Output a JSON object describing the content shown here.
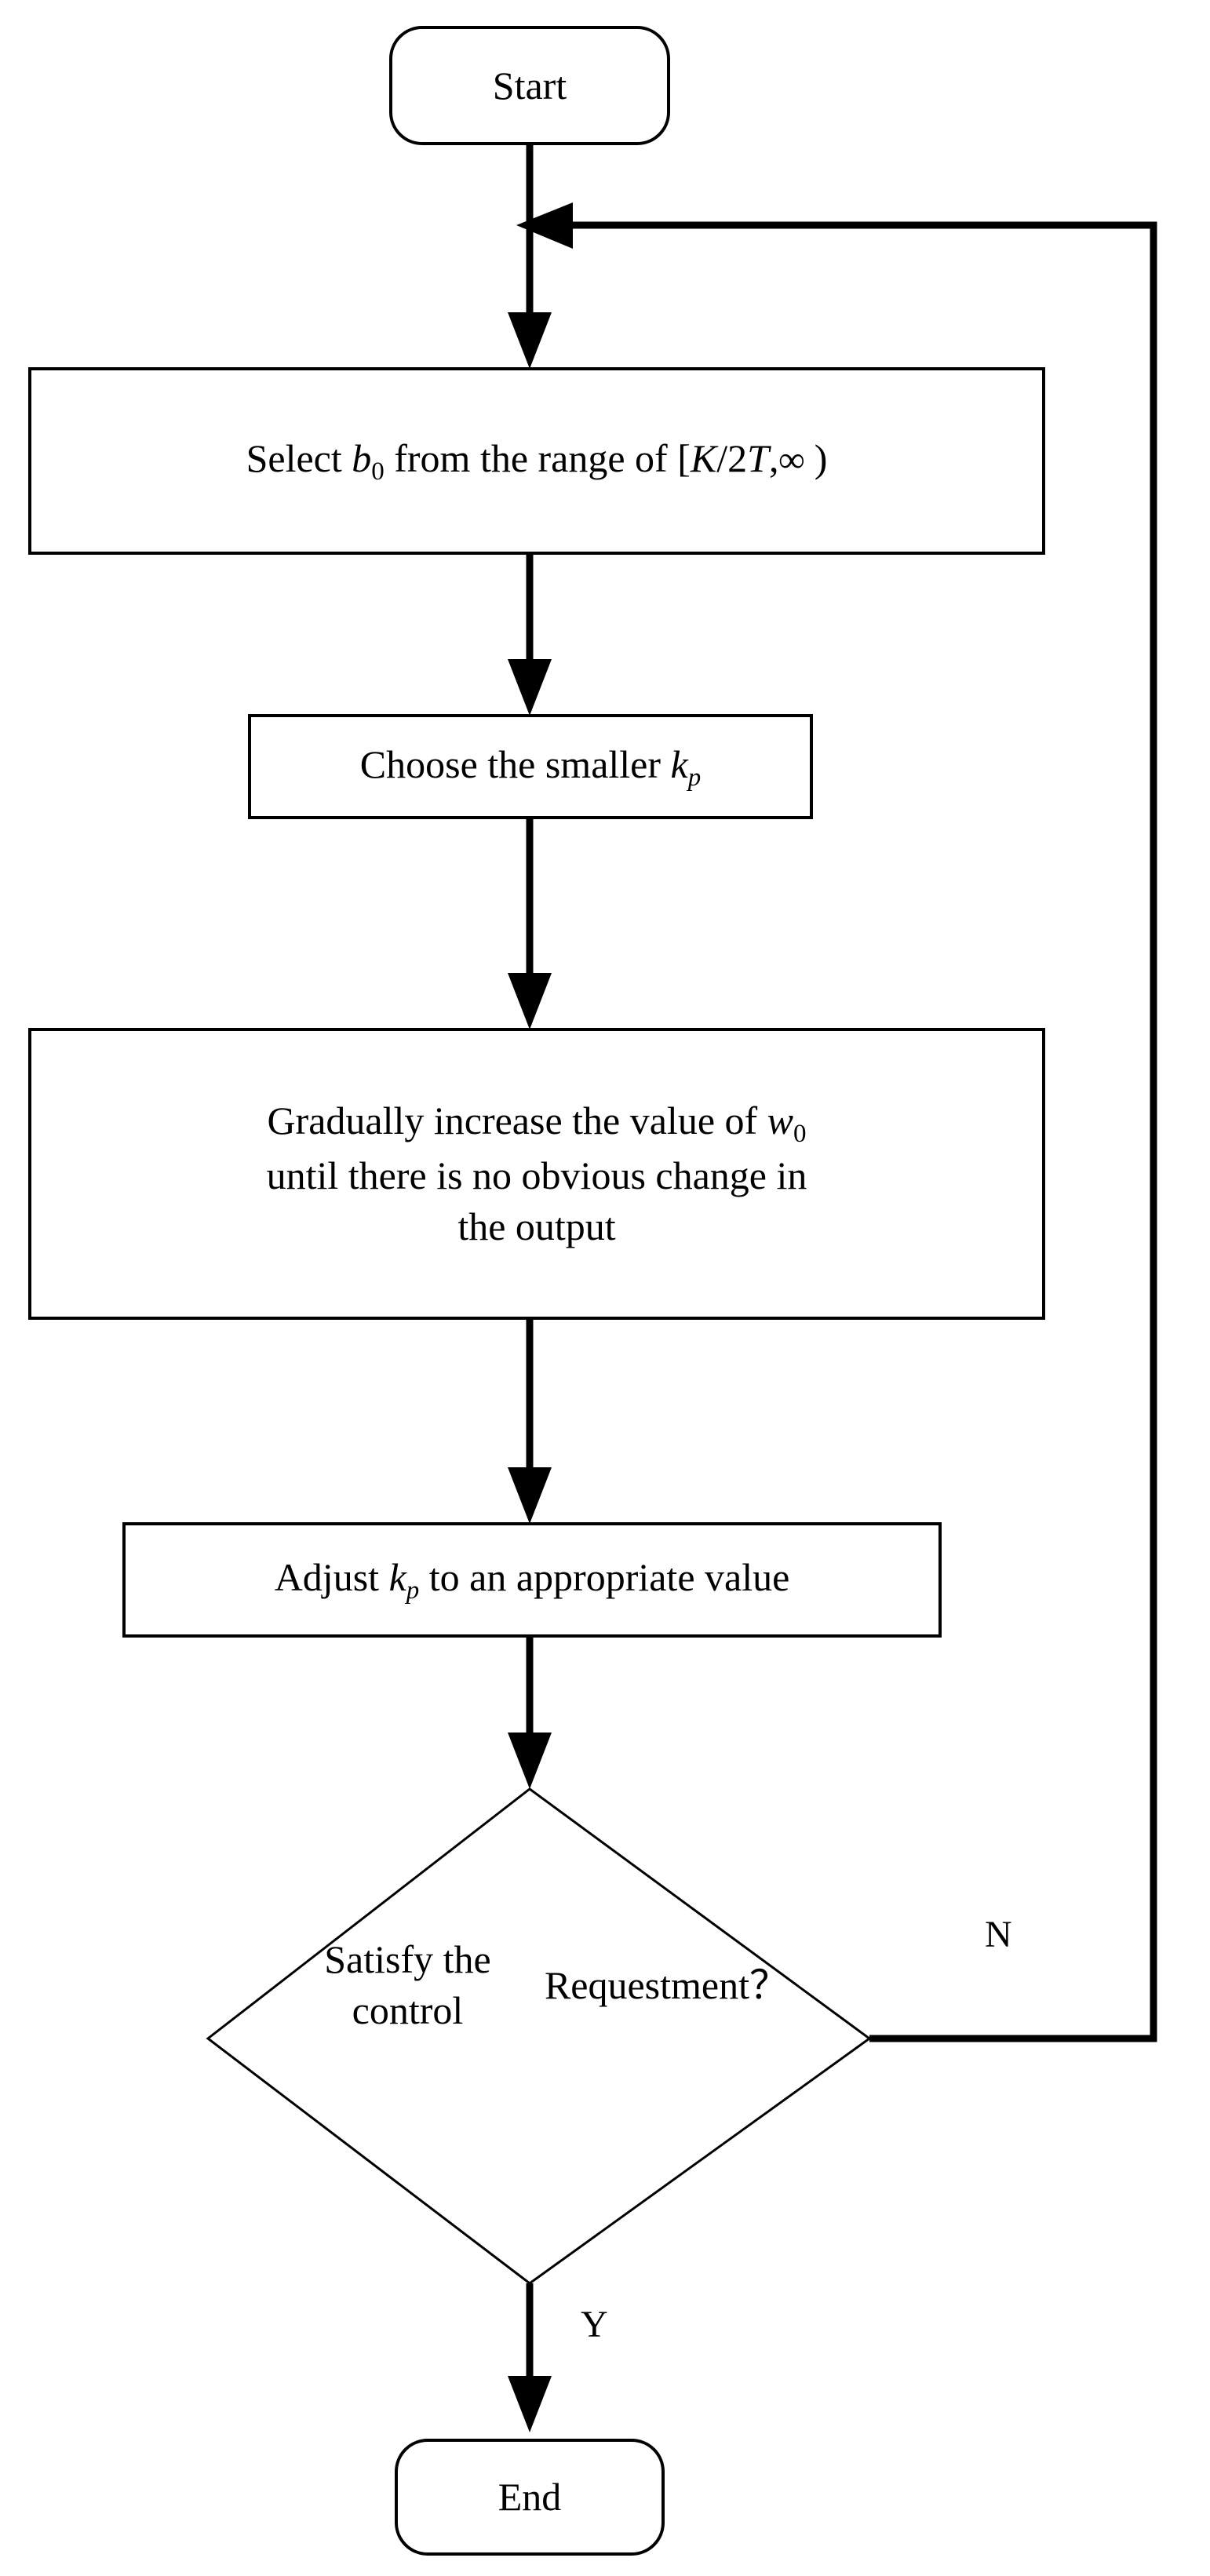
{
  "diagram": {
    "title": "Parameter tuning flowchart",
    "background_color": "#ffffff",
    "line_color": "#000000",
    "nodes": {
      "start": {
        "label": "Start",
        "shape": "terminator"
      },
      "select_b0": {
        "shape": "process",
        "text_plain": "Select b0 from the range of [K/2T,∞ )"
      },
      "choose_kp": {
        "shape": "process",
        "text_plain": "Choose the smaller kp"
      },
      "increase_w0": {
        "shape": "process",
        "text_plain": "Gradually increase the value of w0 until there is no obvious change in the output"
      },
      "adjust_kp": {
        "shape": "process",
        "text_plain": "Adjust kp to an appropriate value"
      },
      "decision": {
        "shape": "decision",
        "line1": "Satisfy the control",
        "line2": "Requestment？",
        "text_plain": "Satisfy the control Requestment ?"
      },
      "end": {
        "label": "End",
        "shape": "terminator"
      }
    },
    "edge_labels": {
      "no_branch": "N",
      "yes_branch": "Y"
    }
  }
}
